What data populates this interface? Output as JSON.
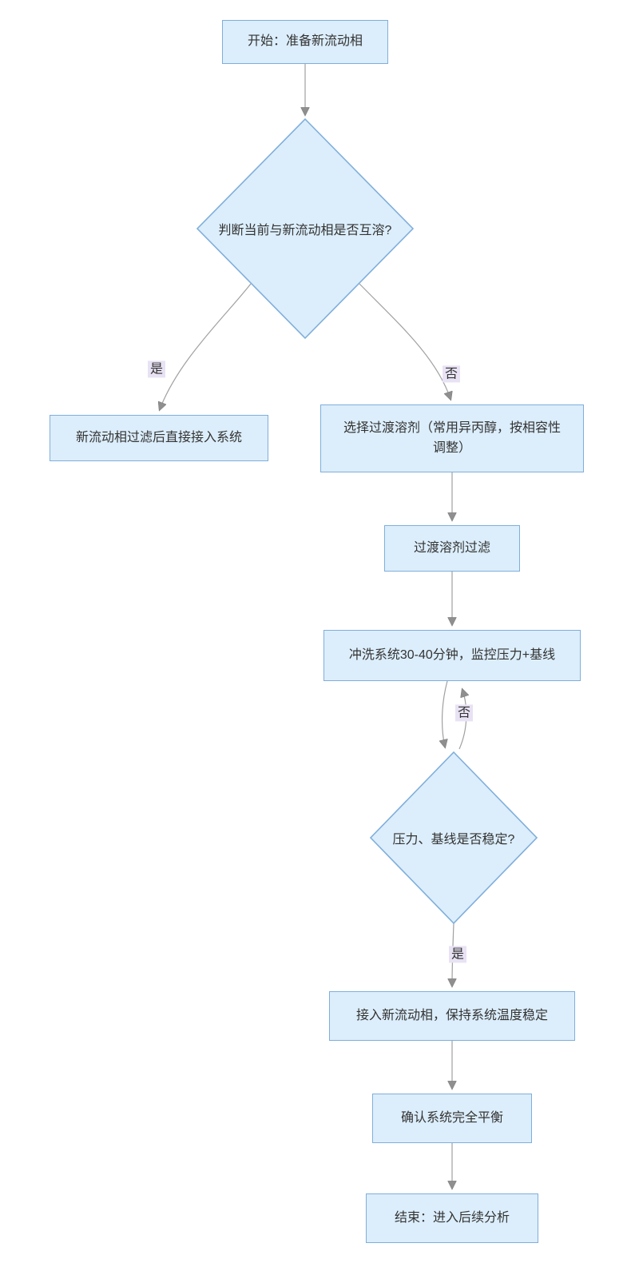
{
  "diagram": {
    "nodes": {
      "start": {
        "label": "开始：准备新流动相",
        "type": "process"
      },
      "decision_miscible": {
        "label": "判断当前与新流动相是否互溶?",
        "type": "decision"
      },
      "direct_connect": {
        "label": "新流动相过滤后直接接入系统",
        "type": "process"
      },
      "transition_solvent": {
        "label": "选择过渡溶剂（常用异丙醇，按相容性调整）",
        "type": "process"
      },
      "filter_transition": {
        "label": "过渡溶剂过滤",
        "type": "process"
      },
      "flush_system": {
        "label": "冲洗系统30-40分钟，监控压力+基线",
        "type": "process"
      },
      "decision_stable": {
        "label": "压力、基线是否稳定?",
        "type": "decision"
      },
      "connect_new": {
        "label": "接入新流动相，保持系统温度稳定",
        "type": "process"
      },
      "confirm_equilibrium": {
        "label": "确认系统完全平衡",
        "type": "process"
      },
      "end": {
        "label": "结束：进入后续分析",
        "type": "process"
      }
    },
    "edge_labels": {
      "miscible_yes": "是",
      "miscible_no": "否",
      "stable_no": "否",
      "stable_yes": "是"
    },
    "colors": {
      "node_fill": "#dceefb",
      "node_border": "#7faedc",
      "edge_line": "#a0a0a0",
      "arrowhead": "#8f8f8f",
      "edge_label_bg": "#e8e2f4",
      "text": "#333333",
      "background": "#ffffff"
    }
  }
}
